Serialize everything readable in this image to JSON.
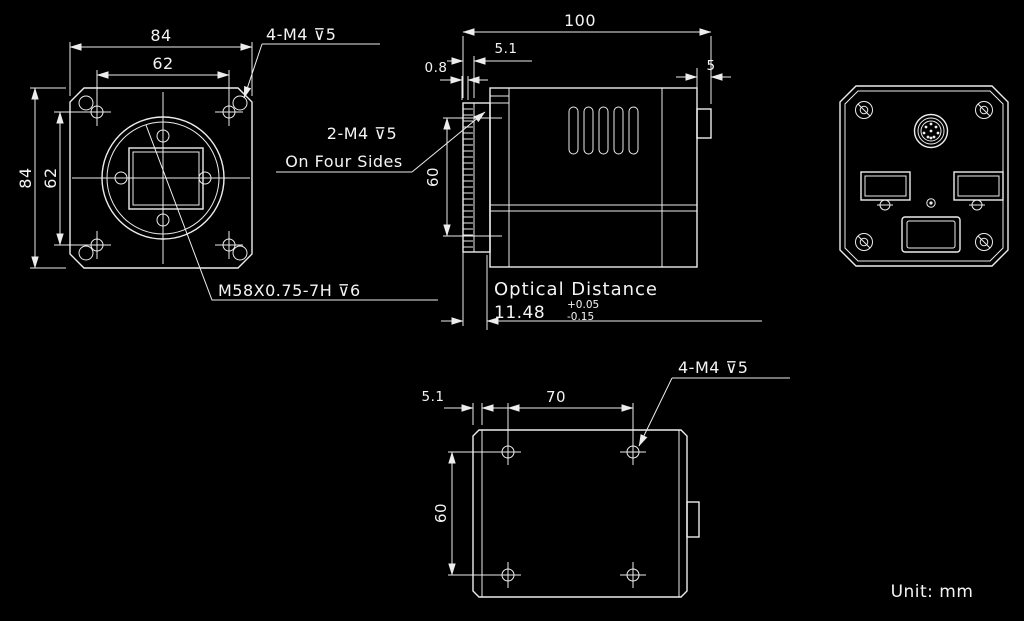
{
  "unit_label": "Unit: mm",
  "front_view": {
    "dim_width_outer": "84",
    "dim_width_holes": "62",
    "dim_height_outer": "84",
    "dim_height_holes": "62",
    "corner_holes_label": "4-M4 ⊽5",
    "lens_thread_label": "M58X0.75-7H ⊽6"
  },
  "side_view": {
    "dim_length": "100",
    "dim_flange_offset": "5.1",
    "dim_front_lip": "0.8",
    "dim_rear_step": "5",
    "dim_height_holes": "60",
    "side_holes_label": "2-M4 ⊽5",
    "side_holes_note": "On Four Sides",
    "optical_distance_title": "Optical Distance",
    "optical_distance_value": "11.48",
    "optical_distance_tol_upper": "+0.05",
    "optical_distance_tol_lower": "-0.15"
  },
  "bottom_view": {
    "dim_edge_offset": "5.1",
    "dim_hole_span_length": "70",
    "dim_hole_span_width": "60",
    "holes_label": "4-M4 ⊽5"
  }
}
